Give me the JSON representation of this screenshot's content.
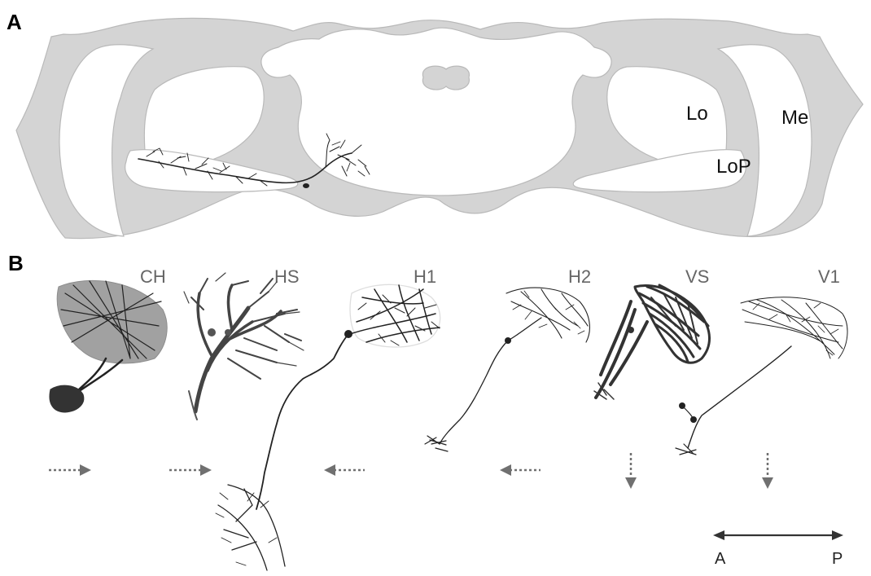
{
  "panels": {
    "a_letter": "A",
    "b_letter": "B"
  },
  "regions": {
    "lobula": "Lo",
    "medulla": "Me",
    "lobula_plate": "LoP"
  },
  "neurons": [
    {
      "label": "CH",
      "motion": "front-to-back"
    },
    {
      "label": "HS",
      "motion": "front-to-back"
    },
    {
      "label": "H1",
      "motion": "back-to-front"
    },
    {
      "label": "H2",
      "motion": "back-to-front"
    },
    {
      "label": "VS",
      "motion": "downward"
    },
    {
      "label": "V1",
      "motion": "downward"
    }
  ],
  "axis": {
    "left_label": "A",
    "right_label": "P"
  },
  "colors": {
    "brain_fill": "#d4d4d4",
    "neuron_ink": "#222222",
    "arrow_gray": "#707070",
    "label_gray": "#666666"
  }
}
